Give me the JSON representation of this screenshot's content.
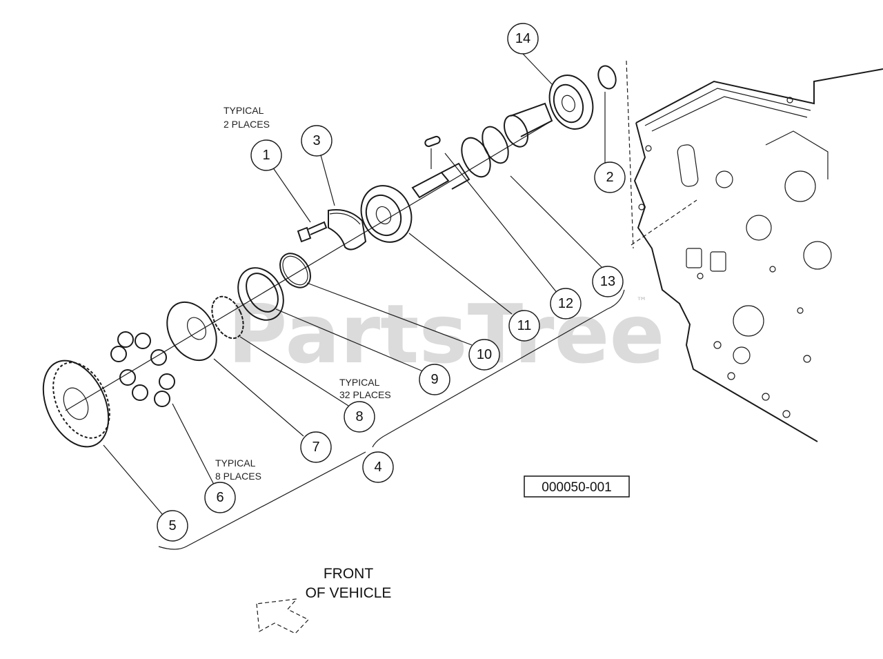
{
  "diagram": {
    "watermark": "PartsTree",
    "trademark": "™",
    "figure_id": "000050-001",
    "front_label": {
      "line1": "FRONT",
      "line2": "OF VEHICLE"
    },
    "notes": [
      {
        "line1": "TYPICAL",
        "line2": "2 PLACES"
      },
      {
        "line1": "TYPICAL",
        "line2": "32 PLACES"
      },
      {
        "line1": "TYPICAL",
        "line2": "8 PLACES"
      }
    ],
    "callouts": [
      {
        "label": "1"
      },
      {
        "label": "2"
      },
      {
        "label": "3"
      },
      {
        "label": "4"
      },
      {
        "label": "5"
      },
      {
        "label": "6"
      },
      {
        "label": "7"
      },
      {
        "label": "8"
      },
      {
        "label": "9"
      },
      {
        "label": "10"
      },
      {
        "label": "11"
      },
      {
        "label": "12"
      },
      {
        "label": "13"
      },
      {
        "label": "14"
      }
    ]
  }
}
